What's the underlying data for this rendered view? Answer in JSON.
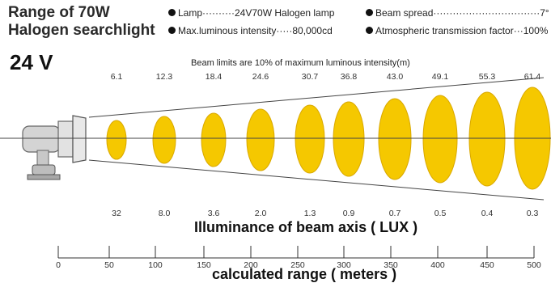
{
  "header": {
    "title_line1": "Range of  70W",
    "title_line2": "Halogen searchlight",
    "voltage": "24 V"
  },
  "specs": [
    {
      "label": "Lamp",
      "dots": "··········",
      "value": "24V70W Halogen lamp"
    },
    {
      "label": "Beam spread",
      "dots": "·································",
      "value": "7°"
    },
    {
      "label": "Max.luminous intensity",
      "dots": "·····",
      "value": "80,000cd"
    },
    {
      "label": "Atmospheric transmission factor",
      "dots": "···",
      "value": "100%"
    }
  ],
  "beam_caption": "Beam limits are 10% of maximum luminous intensity(m)",
  "beam_widths": [
    "6.1",
    "12.3",
    "18.4",
    "24.6",
    "30.7",
    "36.8",
    "43.0",
    "49.1",
    "55.3",
    "61.4"
  ],
  "illuminance_values": [
    "32",
    "8.0",
    "3.6",
    "2.0",
    "1.3",
    "0.9",
    "0.7",
    "0.5",
    "0.4",
    "0.3"
  ],
  "illuminance_label": "Illuminance of beam axis ( LUX )",
  "range_ticks": [
    "0",
    "50",
    "100",
    "150",
    "200",
    "250",
    "300",
    "350",
    "400",
    "450",
    "500"
  ],
  "range_label": "calculated range ( meters )",
  "colors": {
    "beam_fill": "#f5c800",
    "beam_stroke": "#d9a800",
    "line": "#444444",
    "lamp": "#cfcfcf"
  }
}
